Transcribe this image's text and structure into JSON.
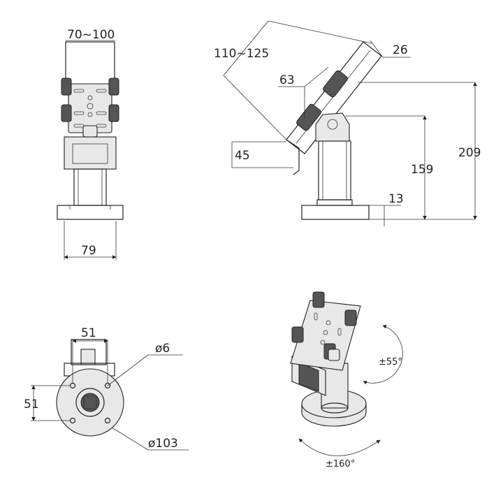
{
  "dimensions": {
    "front_width_range": "70~100",
    "front_base_width": "79",
    "side_length_range": "110~125",
    "side_thickness": "26",
    "side_slot": "63",
    "side_hook_height": "45",
    "side_pivot_height": "159",
    "side_total_height": "209",
    "side_base_thickness": "13",
    "bottom_hole_spacing_x": "51",
    "bottom_hole_spacing_y": "51",
    "bottom_hole_diameter": "ø6",
    "bottom_base_diameter": "ø103"
  },
  "angles": {
    "tilt": "±55°",
    "rotation": "±160°"
  }
}
